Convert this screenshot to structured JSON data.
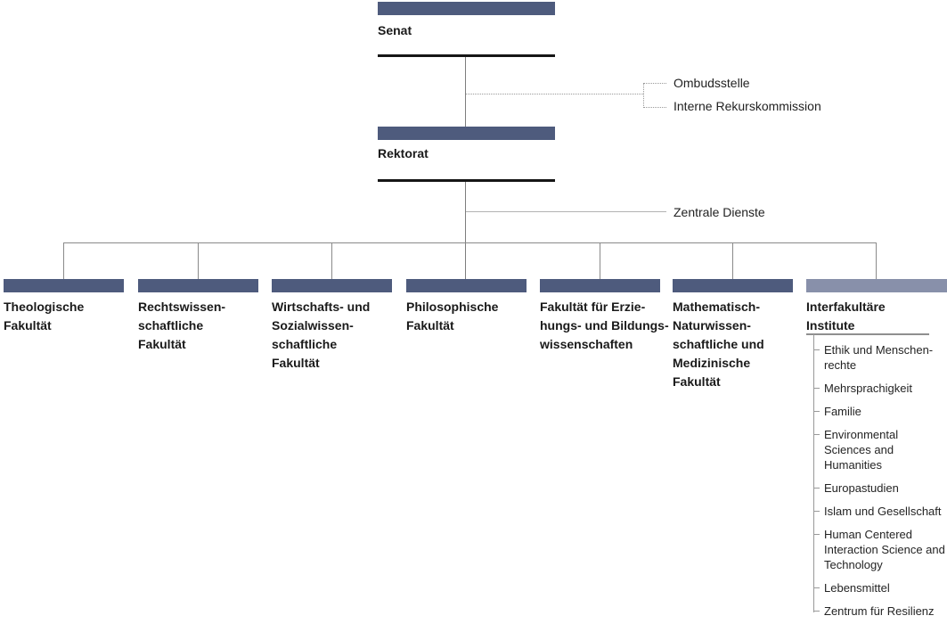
{
  "palette": {
    "bar_dark": "#4e5b7d",
    "bar_light": "#8890aa",
    "thick_line": "#161616",
    "connector_gray": "#8a8a8a",
    "connector_pale": "#b3b3b3",
    "dotted_gray": "#999999",
    "text_dark": "#1a1a1a"
  },
  "top": {
    "senat_label": "Senat",
    "rektorat_label": "Rektorat",
    "ombudsstelle_label": "Ombudsstelle",
    "rekurskommission_label": "Interne Rekurskommission",
    "zentrale_dienste_label": "Zentrale Dienste"
  },
  "faculties": [
    "Theologische\nFakultät",
    "Rechtswissen-\nschaftliche\nFakultät",
    "Wirtschafts- und\nSozialwissen-\nschaftliche\nFakultät",
    "Philosophische\nFakultät",
    "Fakultät für Erzie-\nhungs- und Bildungs-\nwissenschaften",
    "Mathematisch-\nNaturwissen-\nschaftliche und\nMedizinische\nFakultät",
    "Interfakultäre\nInstitute"
  ],
  "institutes": [
    "Ethik und Menschen-\nrechte",
    "Mehrsprachigkeit",
    "Familie",
    "Environmental\nSciences and\nHumanities",
    "Europastudien",
    "Islam und Gesellschaft",
    "Human Centered\nInteraction Science and\nTechnology",
    "Lebensmittel",
    "Zentrum für Resilienz"
  ]
}
